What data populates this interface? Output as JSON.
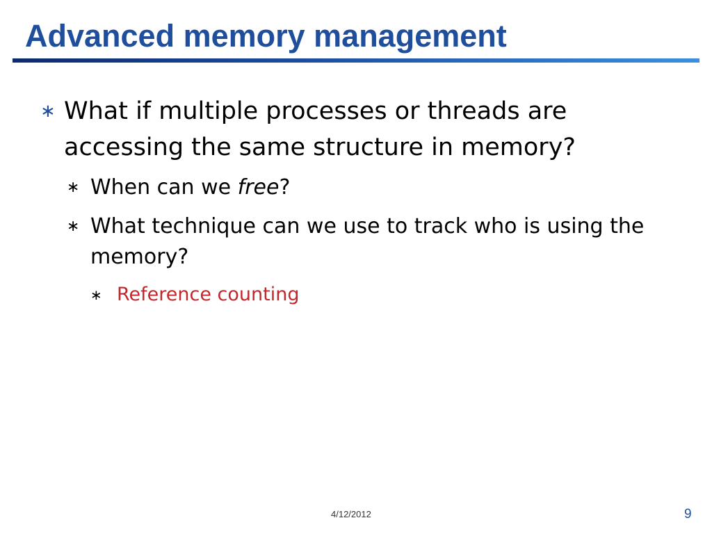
{
  "slide": {
    "title": "Advanced memory management",
    "bullet_symbol": "∗",
    "bullets": [
      {
        "level": 1,
        "text": "What if multiple processes or threads are accessing the same structure in memory?"
      },
      {
        "level": 2,
        "text_before": "When can we ",
        "text_emphasis": "free",
        "text_after": "?"
      },
      {
        "level": 2,
        "text": "What technique can we use to track who is using the memory?"
      },
      {
        "level": 3,
        "text": "Reference counting",
        "color": "#c0282d"
      }
    ],
    "footer": {
      "date": "4/12/2012",
      "page_number": "9"
    },
    "colors": {
      "title": "#1f4e9c",
      "rule_dark": "#0d2a6e",
      "rule_light": "#3b8fe0",
      "answer": "#c0282d"
    }
  }
}
